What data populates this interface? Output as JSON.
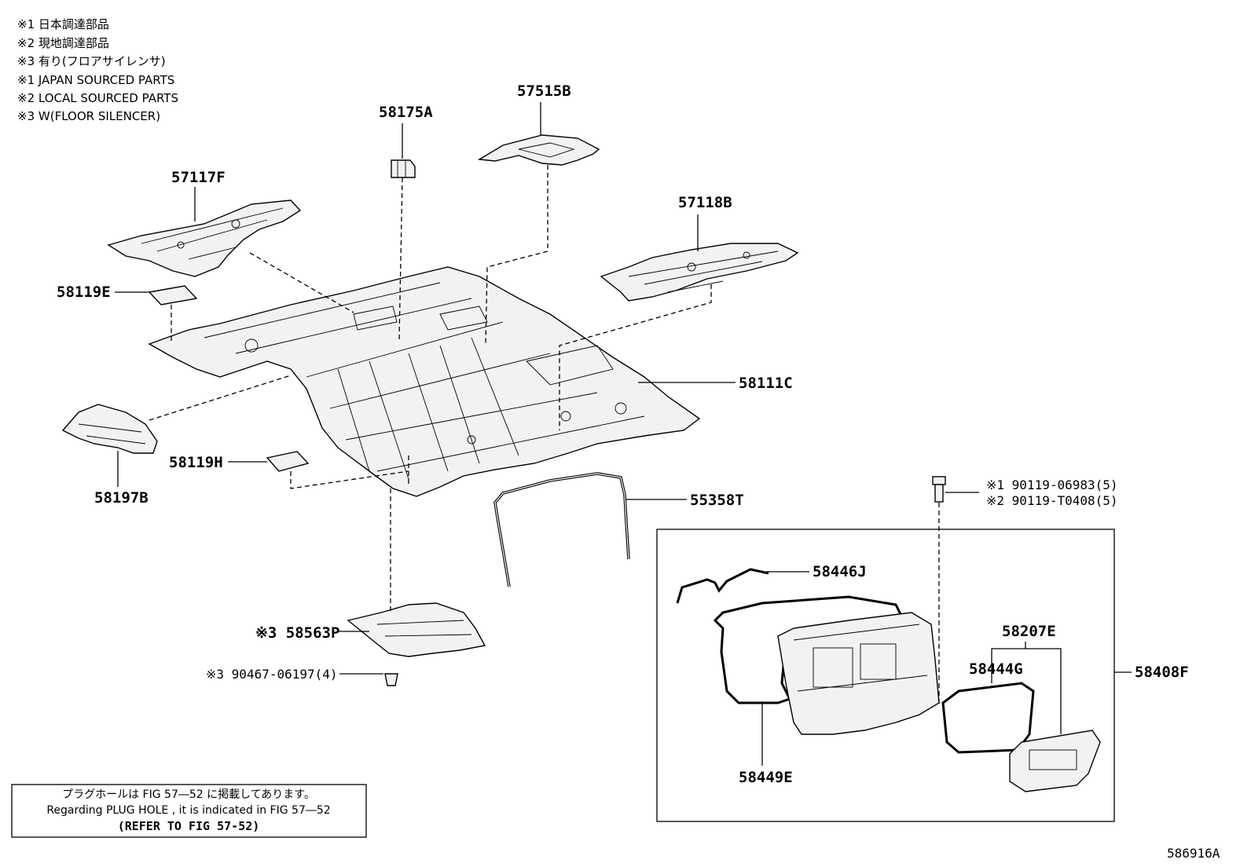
{
  "notes": [
    "※1 日本調達部品",
    "※2 現地調達部品",
    "※3 有り(フロアサイレンサ)",
    "※1 JAPAN SOURCED PARTS",
    "※2 LOCAL SOURCED PARTS",
    "※3 W(FLOOR SILENCER)"
  ],
  "parts": {
    "p57515B": "57515B",
    "p58175A": "58175A",
    "p57117F": "57117F",
    "p57118B": "57118B",
    "p58119E": "58119E",
    "p58111C": "58111C",
    "p58197B": "58197B",
    "p58119H": "58119H",
    "p55358T": "55358T",
    "p58446J": "58446J",
    "p58207E": "58207E",
    "p58444G": "58444G",
    "p58408F": "58408F",
    "p58449E": "58449E",
    "p58563P": "※3 58563P",
    "p90467": "※3 90467-06197(4)",
    "p90119a": "※1 90119-06983(5)",
    "p90119b": "※2 90119-T0408(5)"
  },
  "reference_box": {
    "line1": "プラグホールは FIG  57―52 に掲載してあります。",
    "line2": "Regarding  PLUG  HOLE , it is indicated in FIG  57―52",
    "line3": "(REFER  TO  FIG  57-52)"
  },
  "figure_id": "586916A"
}
